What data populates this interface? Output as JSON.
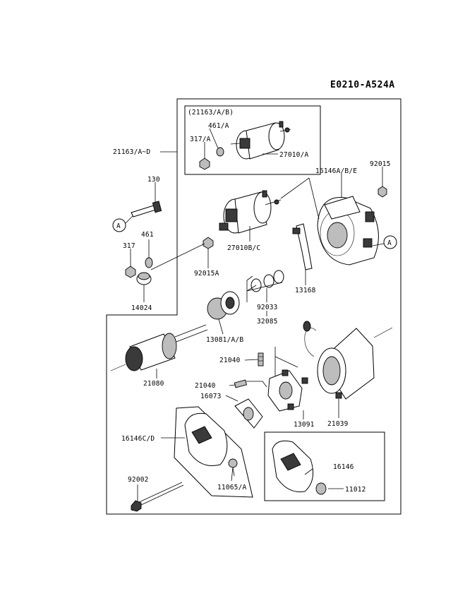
{
  "diagram_code": "E0210-A524A",
  "inset_header": "(21163/A/B)",
  "ref_marker": "A",
  "labels": {
    "p21163_a_d": "21163/A~D",
    "p461_a": "461/A",
    "p317_a": "317/A",
    "p27010_a": "27010/A",
    "p16146_abe": "16146A/B/E",
    "p92015": "92015",
    "p130": "130",
    "p461": "461",
    "p317": "317",
    "p27010_bc": "27010B/C",
    "p92015a": "92015A",
    "p13168": "13168",
    "p14024": "14024",
    "p92033": "92033",
    "p32085": "32085",
    "p13081_ab": "13081/A/B",
    "p21040_top": "21040",
    "p21040_bottom": "21040",
    "p16073": "16073",
    "p21080": "21080",
    "p13091": "13091",
    "p21039": "21039",
    "p16146_cd": "16146C/D",
    "p16146": "16146",
    "p92002": "92002",
    "p11065_a": "11065/A",
    "p11012": "11012"
  }
}
